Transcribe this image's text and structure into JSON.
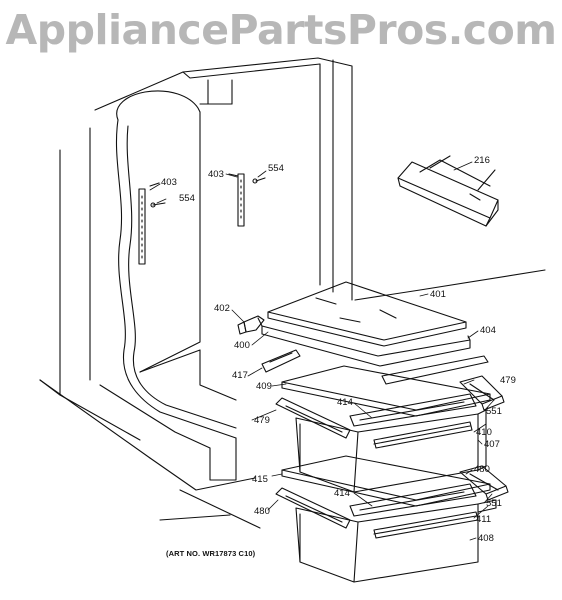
{
  "watermark": "AppliancePartsPros.com",
  "art_note": "(ART NO. WR17873 C10)",
  "callouts": {
    "c216": "216",
    "c403a": "403",
    "c554a": "554",
    "c403b": "403",
    "c554b": "554",
    "c401": "401",
    "c402": "402",
    "c400": "400",
    "c404": "404",
    "c417": "417",
    "c409": "409",
    "c479a": "479",
    "c414a": "414",
    "c551a": "551",
    "c479b": "479",
    "c410": "410",
    "c407": "407",
    "c480a": "480",
    "c415": "415",
    "c414b": "414",
    "c551b": "551",
    "c480b": "480",
    "c411": "411",
    "c408": "408"
  }
}
